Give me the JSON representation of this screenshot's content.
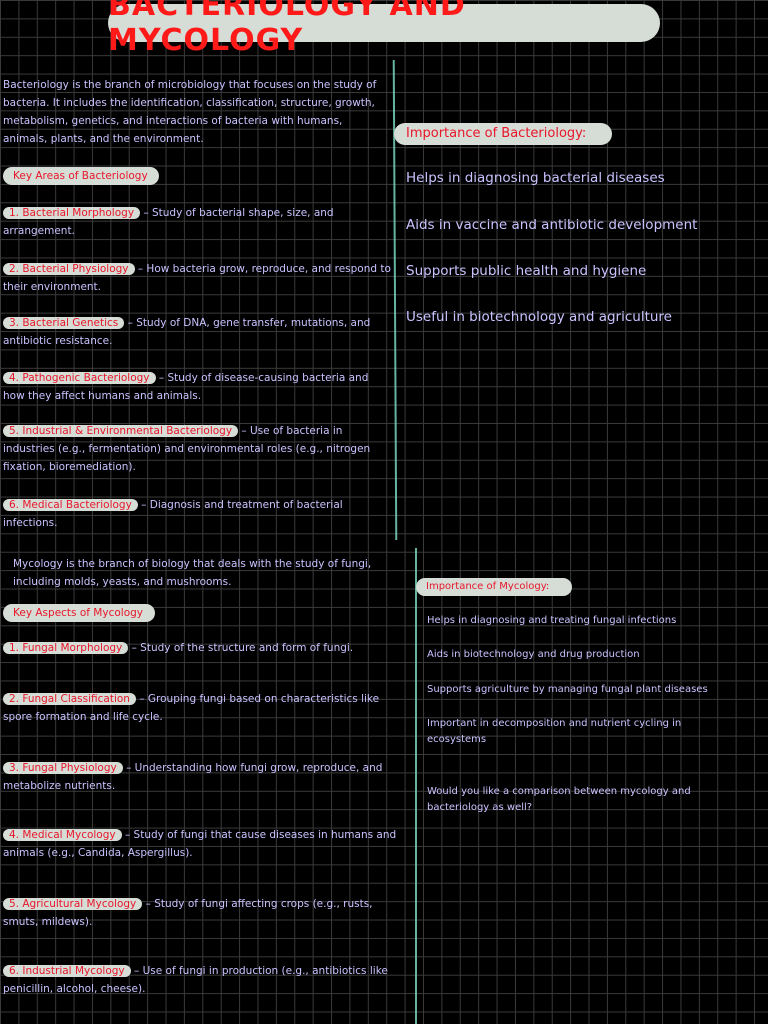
{
  "title": "BACTERIOLOGY AND MYCOLOGY",
  "bacteriology": {
    "intro": "Bacteriology is the branch of microbiology that focuses on the study of bacteria. It includes the identification, classification, structure, growth, metabolism, genetics, and interactions of bacteria with humans, animals, plants, and the environment.",
    "key_heading": "Key Areas of Bacteriology",
    "items": [
      {
        "label": "1. Bacterial Morphology",
        "desc": "– Study of bacterial shape, size, and arrangement."
      },
      {
        "label": "2. Bacterial Physiology",
        "desc": "– How bacteria grow, reproduce, and respond to their environment."
      },
      {
        "label": "3. Bacterial Genetics",
        "desc": "– Study of DNA, gene transfer, mutations, and antibiotic resistance."
      },
      {
        "label": "4. Pathogenic Bacteriology",
        "desc": "– Study of disease-causing bacteria and how they affect humans and animals."
      },
      {
        "label": "5. Industrial & Environmental Bacteriology",
        "desc": "– Use of bacteria in industries (e.g., fermentation) and environmental roles (e.g., nitrogen fixation, bioremediation)."
      },
      {
        "label": "6. Medical Bacteriology",
        "desc": "– Diagnosis and treatment of bacterial infections."
      }
    ],
    "importance_heading": "Importance of Bacteriology:",
    "importance": [
      "Helps in diagnosing bacterial diseases",
      "Aids in vaccine and antibiotic development",
      "Supports public health and hygiene",
      "Useful in biotechnology and agriculture"
    ]
  },
  "mycology": {
    "intro": "Mycology is the branch of biology that deals with the study of fungi, including molds, yeasts, and mushrooms.",
    "key_heading": "Key Aspects of Mycology",
    "items": [
      {
        "label": "1. Fungal Morphology",
        "desc": "– Study of the structure and form of fungi."
      },
      {
        "label": "2. Fungal Classification",
        "desc": "– Grouping fungi based on characteristics like spore formation and life cycle."
      },
      {
        "label": "3. Fungal Physiology",
        "desc": "– Understanding how fungi grow, reproduce, and metabolize nutrients."
      },
      {
        "label": "4. Medical Mycology",
        "desc": "– Study of fungi that cause diseases in humans and animals (e.g., Candida, Aspergillus)."
      },
      {
        "label": "5. Agricultural Mycology",
        "desc": "– Study of fungi affecting crops (e.g., rusts, smuts, mildews)."
      },
      {
        "label": "6. Industrial Mycology",
        "desc": "– Use of fungi in production (e.g., antibiotics like penicillin, alcohol, cheese)."
      }
    ],
    "importance_heading": "Importance of Mycology:",
    "importance": [
      "Helps in diagnosing and treating fungal infections",
      "Aids in biotechnology and drug production",
      "Supports agriculture by managing fungal plant diseases",
      "Important in decomposition and nutrient cycling in ecosystems"
    ],
    "closing_question": "Would you like a comparison between mycology and bacteriology as well?"
  }
}
